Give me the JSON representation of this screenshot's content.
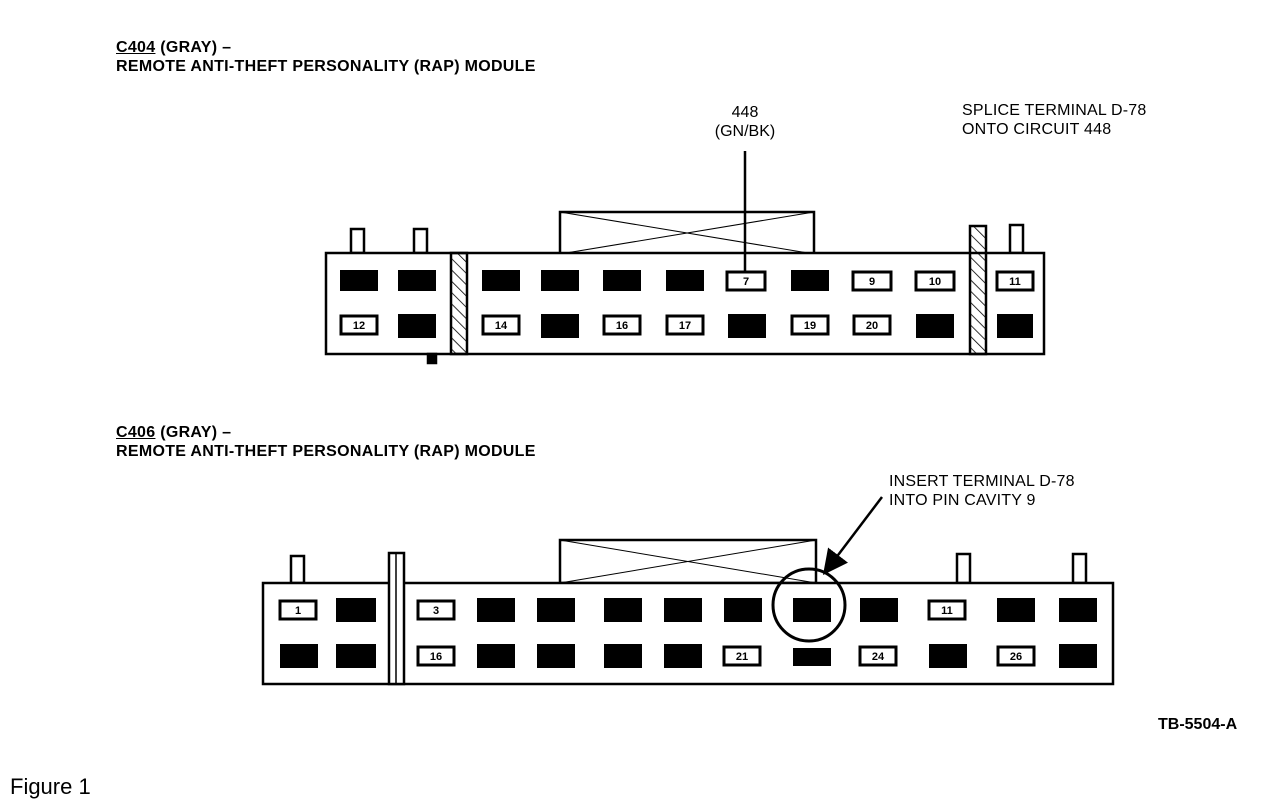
{
  "connector_c404": {
    "title_id": "C404",
    "title_rest": " (GRAY) –",
    "title_line2": "REMOTE ANTI-THEFT PERSONALITY (RAP) MODULE",
    "wire_circuit": "448",
    "wire_color": "(GN/BK)",
    "note_line1": "SPLICE TERMINAL D-78",
    "note_line2": "ONTO CIRCUIT 448",
    "cavity_labels": [
      "7",
      "9",
      "10",
      "11",
      "12",
      "14",
      "16",
      "17",
      "19",
      "20"
    ]
  },
  "connector_c406": {
    "title_id": "C406",
    "title_rest": " (GRAY) –",
    "title_line2": "REMOTE ANTI-THEFT PERSONALITY (RAP) MODULE",
    "note_line1": "INSERT TERMINAL D-78",
    "note_line2": "INTO PIN CAVITY 9",
    "cavity_labels": [
      "1",
      "3",
      "11",
      "16",
      "21",
      "24",
      "26"
    ]
  },
  "figure_id": "TB-5504-A",
  "caption": "Figure 1"
}
